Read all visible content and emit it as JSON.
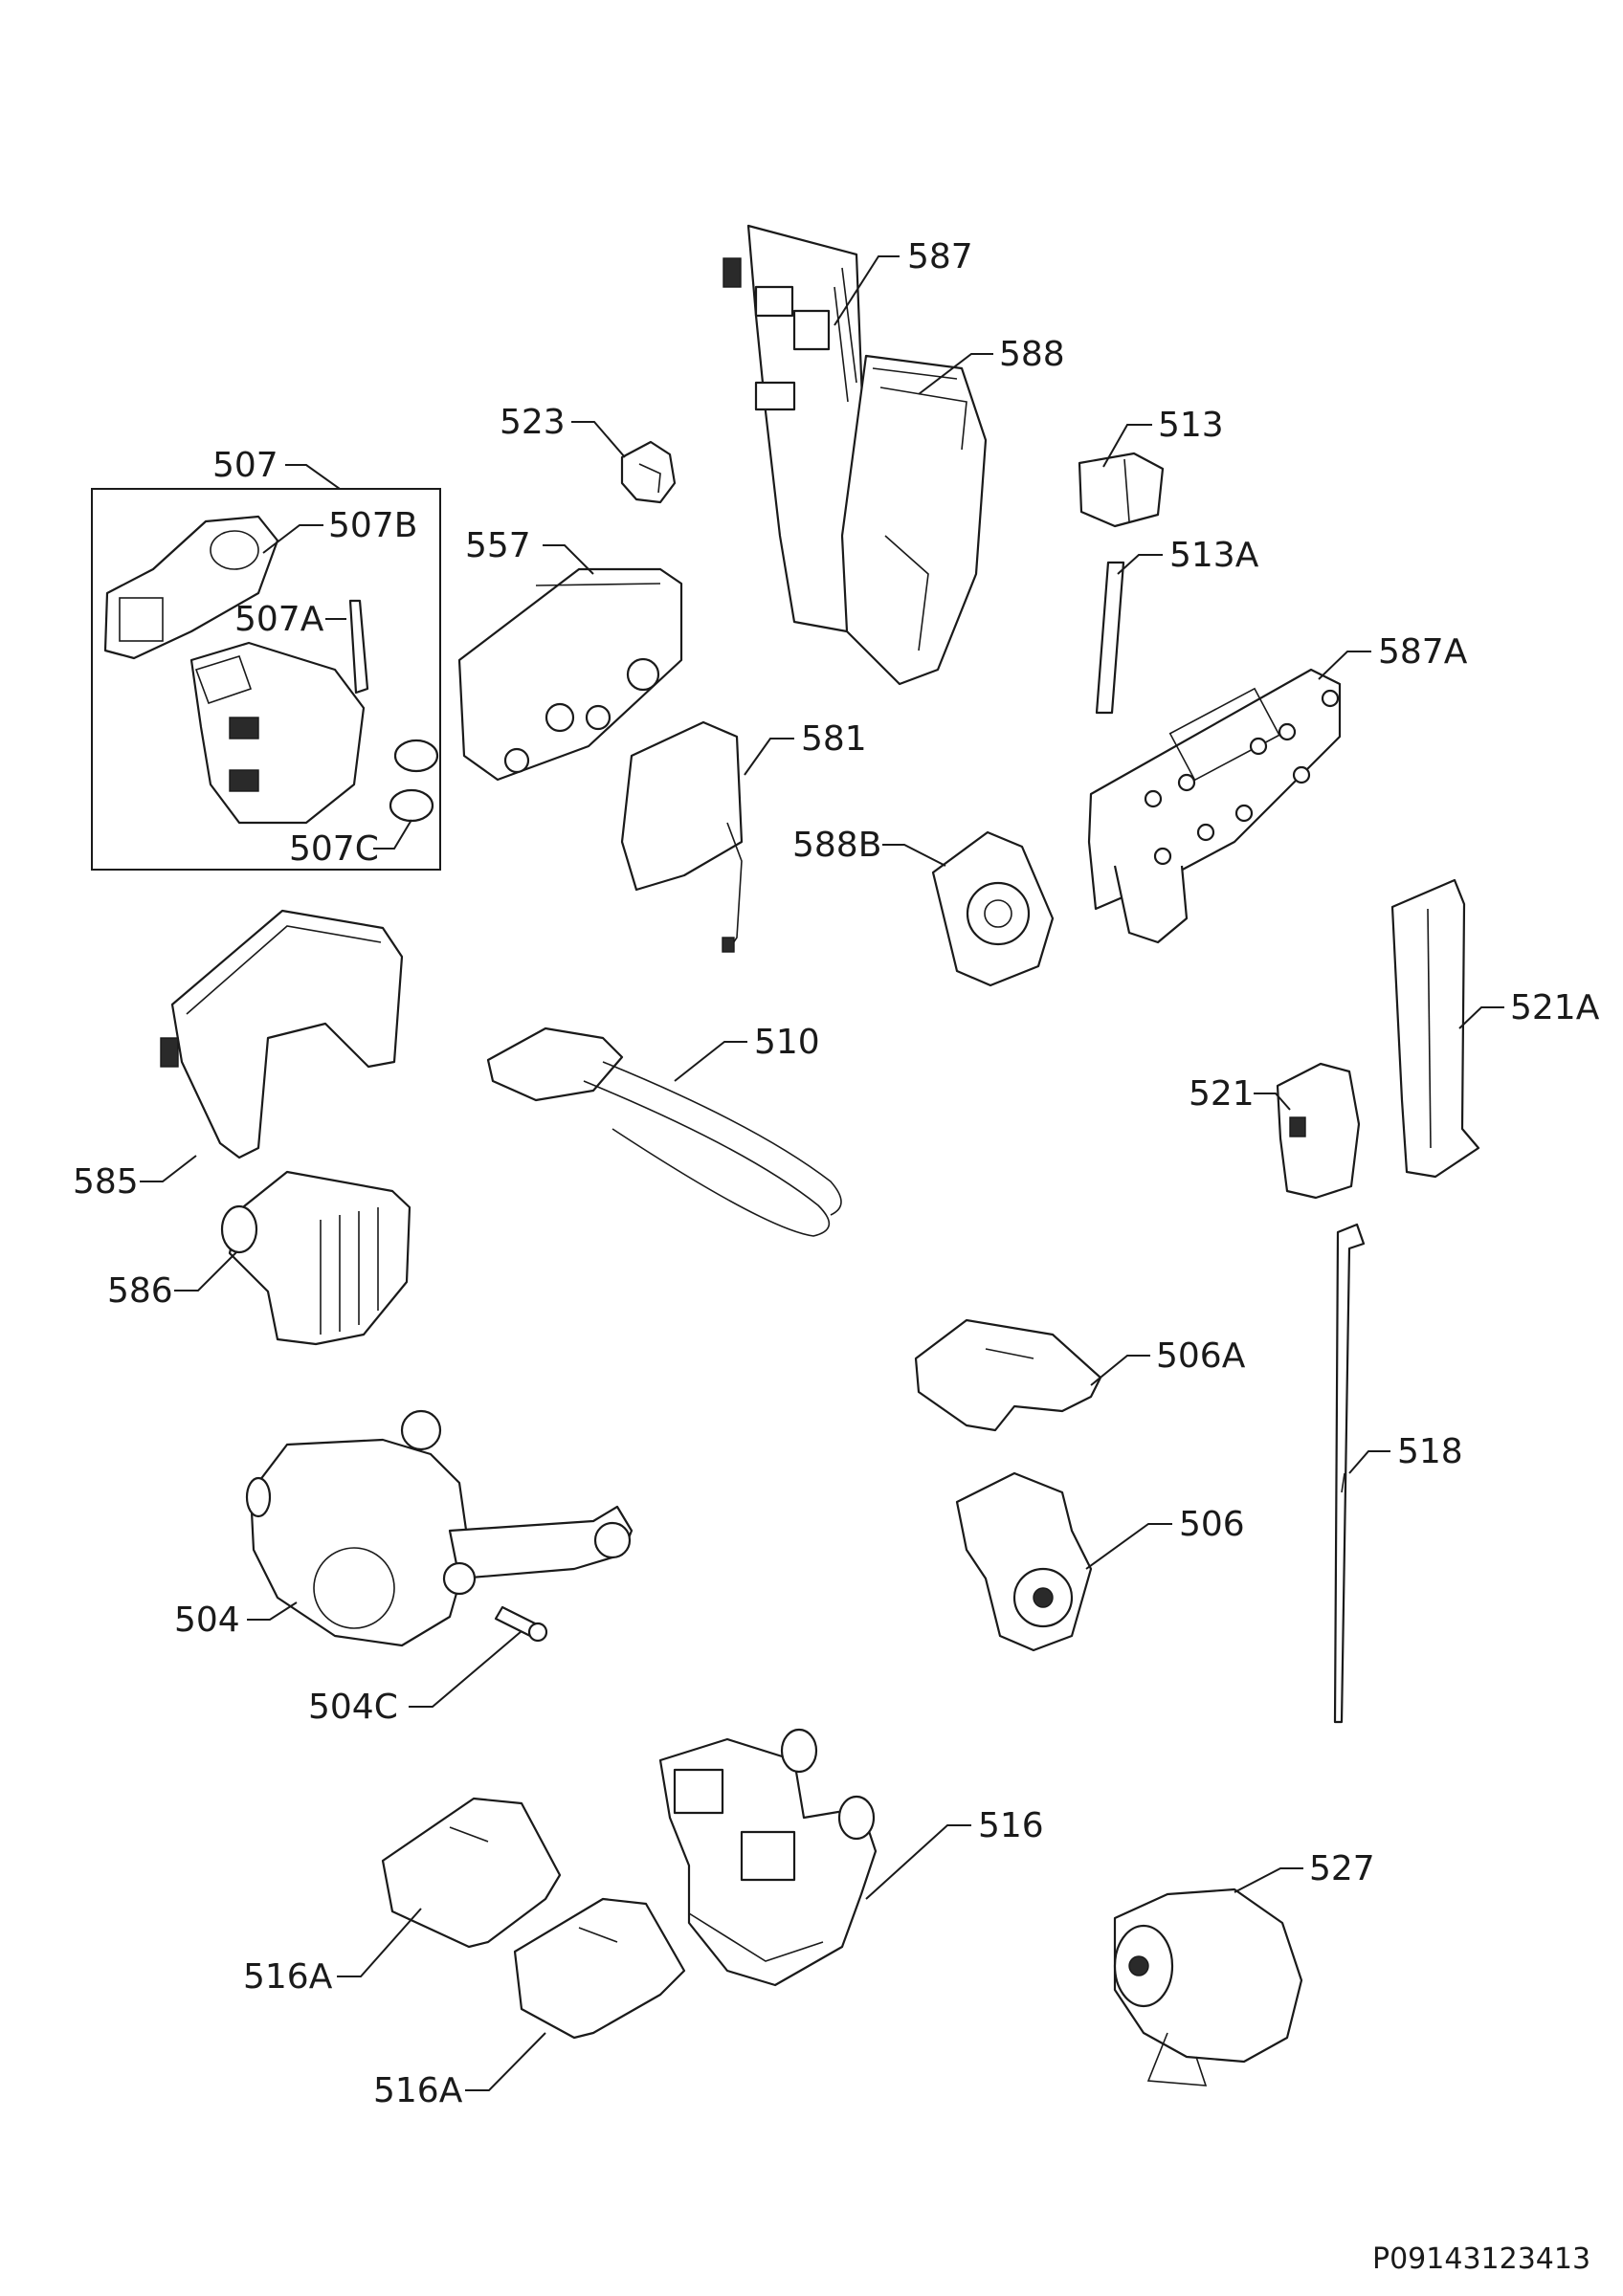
{
  "labels": {
    "p587": "587",
    "p588": "588",
    "p523": "523",
    "p513": "513",
    "p507": "507",
    "p507B": "507B",
    "p557": "557",
    "p513A": "513A",
    "p507A": "507A",
    "p587A": "587A",
    "p581": "581",
    "p588B": "588B",
    "p507C": "507C",
    "p510": "510",
    "p521A": "521A",
    "p521": "521",
    "p585": "585",
    "p586": "586",
    "p506A": "506A",
    "p518": "518",
    "p506": "506",
    "p504": "504",
    "p504C": "504C",
    "p516": "516",
    "p527": "527",
    "p516A_1": "516A",
    "p516A_2": "516A"
  },
  "doc_id": "P09143123413"
}
